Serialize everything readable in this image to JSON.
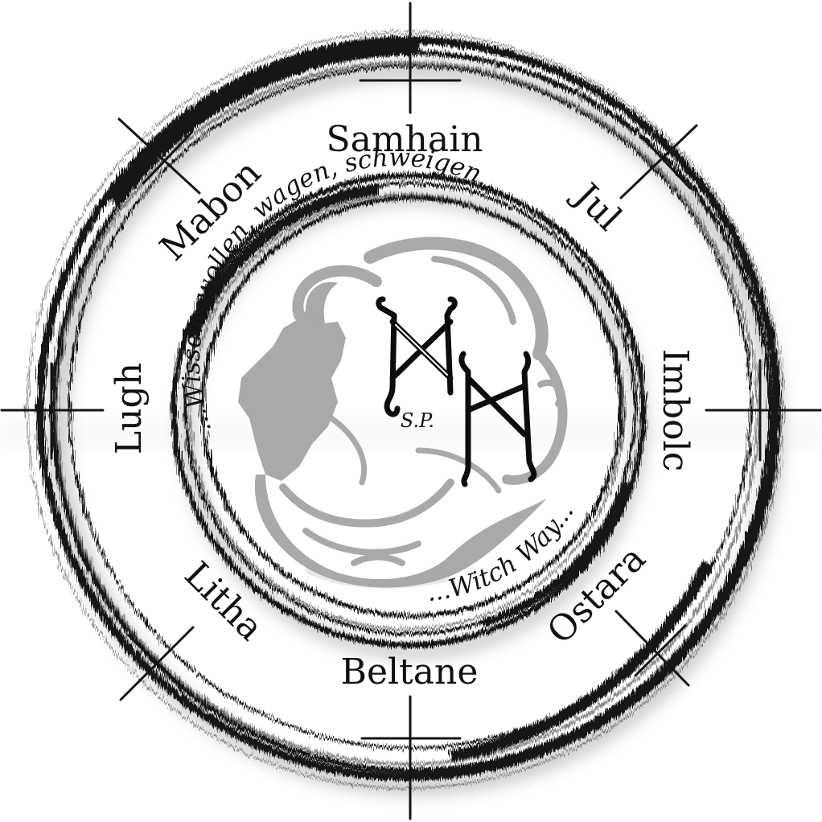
{
  "festivals": {
    "samhain": "Samhain",
    "jul": "Jul",
    "imbolc": "Imbolc",
    "ostara": "Ostara",
    "beltane": "Beltane",
    "litha": "Litha",
    "lugh": "Lugh",
    "mabon": "Mabon"
  },
  "motto": {
    "top": "...Wissen, wollen, wagen, schweigen...",
    "bottom": "...Witch Way..."
  },
  "emblem": {
    "initials": "S.P."
  },
  "colors": {
    "ink": "#111111",
    "wolf": "#a9a9a9",
    "background": "#ffffff"
  }
}
